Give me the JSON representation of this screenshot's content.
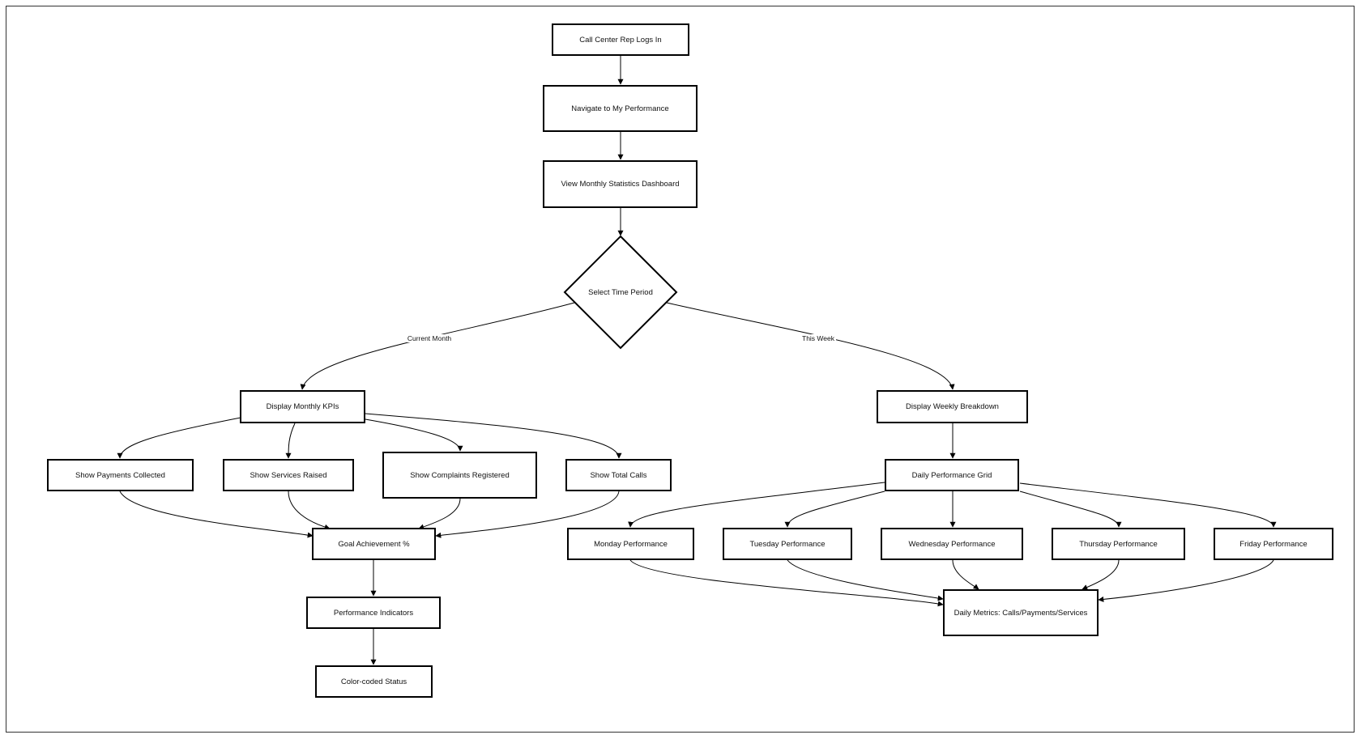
{
  "nodes": {
    "login": "Call Center Rep Logs In",
    "navigate": "Navigate to My Performance",
    "view_dashboard": "View Monthly Statistics Dashboard",
    "select_period": "Select Time Period",
    "monthly_kpis": "Display Monthly KPIs",
    "weekly_breakdown": "Display Weekly Breakdown",
    "payments": "Show Payments Collected",
    "services": "Show Services Raised",
    "complaints": "Show Complaints Registered",
    "total_calls": "Show Total Calls",
    "daily_grid": "Daily Performance Grid",
    "goal": "Goal Achievement %",
    "indicators": "Performance Indicators",
    "color_status": "Color-coded Status",
    "monday": "Monday Performance",
    "tuesday": "Tuesday Performance",
    "wednesday": "Wednesday Performance",
    "thursday": "Thursday Performance",
    "friday": "Friday Performance",
    "daily_metrics": "Daily Metrics: Calls/Payments/Services"
  },
  "edge_labels": {
    "current_month": "Current Month",
    "this_week": "This Week"
  }
}
